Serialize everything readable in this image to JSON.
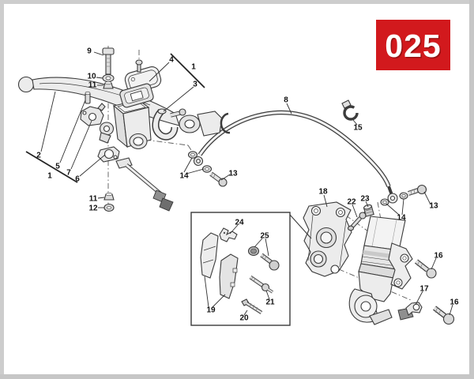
{
  "badge": {
    "label": "025",
    "bg_color": "#d2191d",
    "text_color": "#ffffff"
  },
  "callouts": {
    "c1a": "1",
    "c1b": "1",
    "c2": "2",
    "c3": "3",
    "c4": "4",
    "c5": "5",
    "c6": "6",
    "c7": "7",
    "c8": "8",
    "c9": "9",
    "c10": "10",
    "c11a": "11",
    "c11b": "11",
    "c12": "12",
    "c13a": "13",
    "c13b": "13",
    "c14a": "14",
    "c14b": "14",
    "c15": "15",
    "c16a": "16",
    "c16b": "16",
    "c17": "17",
    "c18": "18",
    "c19": "19",
    "c20": "20",
    "c21": "21",
    "c22": "22",
    "c23": "23",
    "c24": "24",
    "c25": "25"
  }
}
